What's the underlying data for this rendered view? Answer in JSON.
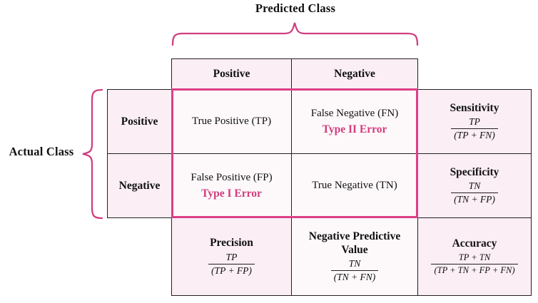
{
  "titles": {
    "predicted_class": "Predicted Class",
    "actual_class": "Actual Class"
  },
  "colors": {
    "accent_pink": "#dd3e86",
    "error_text": "#d23c7e",
    "cell_pink": "#fbeef5",
    "cell_white": "#fdf9fa",
    "border_dark": "#231f20"
  },
  "column_headers": {
    "positive": "Positive",
    "negative": "Negative"
  },
  "row_headers": {
    "positive": "Positive",
    "negative": "Negative"
  },
  "matrix": {
    "true_positive": {
      "label": "True Positive (TP)",
      "error": ""
    },
    "false_negative": {
      "label": "False Negative (FN)",
      "error": "Type II Error"
    },
    "false_positive": {
      "label": "False Positive (FP)",
      "error": "Type I Error"
    },
    "true_negative": {
      "label": "True Negative (TN)",
      "error": ""
    }
  },
  "metrics": {
    "sensitivity": {
      "name": "Sensitivity",
      "numerator": "TP",
      "denominator": "(TP + FN)"
    },
    "specificity": {
      "name": "Specificity",
      "numerator": "TN",
      "denominator": "(TN + FP)"
    },
    "precision": {
      "name": "Precision",
      "numerator": "TP",
      "denominator": "(TP + FP)"
    },
    "negative_predictive_value": {
      "name": "Negative Predictive Value",
      "numerator": "TN",
      "denominator": "(TN + FN)"
    },
    "accuracy": {
      "name": "Accuracy",
      "numerator": "TP + TN",
      "denominator": "(TP + TN + FP + FN)"
    }
  }
}
